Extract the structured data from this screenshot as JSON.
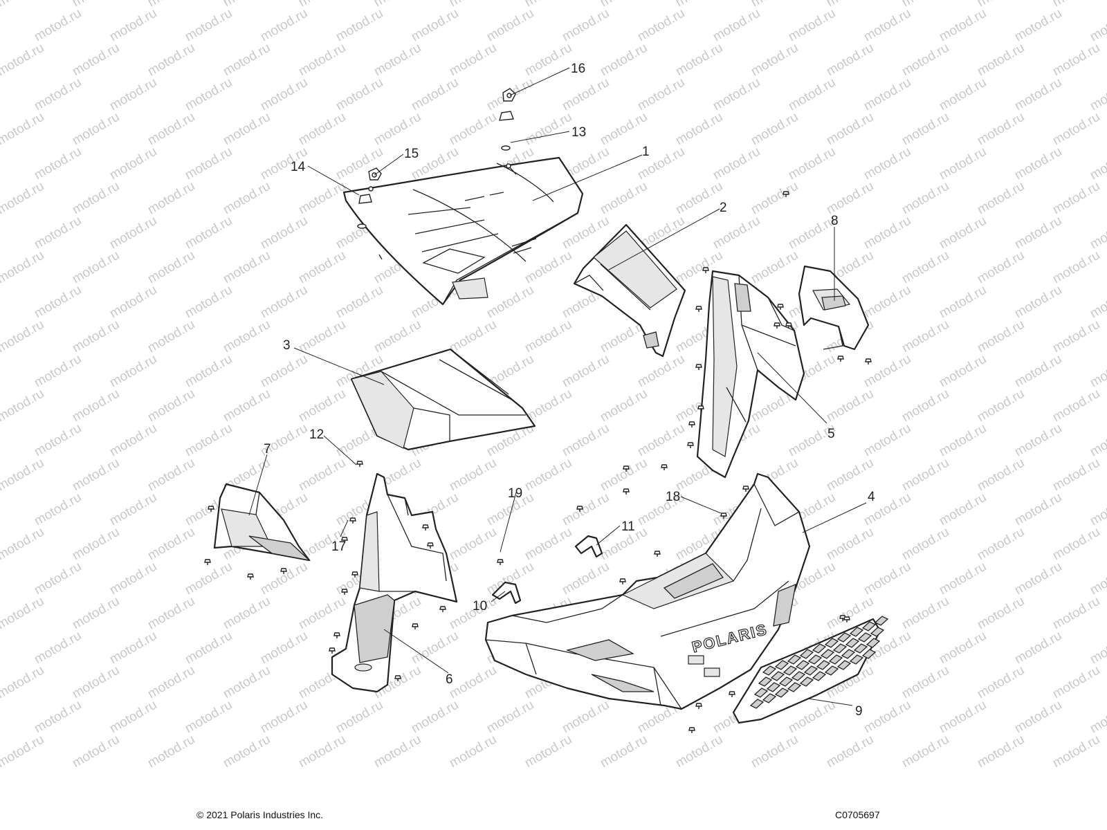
{
  "watermark": {
    "text": "motod.ru",
    "color": "#c9c9c9"
  },
  "callouts": [
    {
      "id": "1",
      "label": "1"
    },
    {
      "id": "2",
      "label": "2"
    },
    {
      "id": "3",
      "label": "3"
    },
    {
      "id": "4",
      "label": "4"
    },
    {
      "id": "5",
      "label": "5"
    },
    {
      "id": "6",
      "label": "6"
    },
    {
      "id": "7",
      "label": "7"
    },
    {
      "id": "8",
      "label": "8"
    },
    {
      "id": "9",
      "label": "9"
    },
    {
      "id": "10",
      "label": "10"
    },
    {
      "id": "11",
      "label": "11"
    },
    {
      "id": "12",
      "label": "12"
    },
    {
      "id": "13",
      "label": "13"
    },
    {
      "id": "14",
      "label": "14"
    },
    {
      "id": "15",
      "label": "15"
    },
    {
      "id": "16",
      "label": "16"
    },
    {
      "id": "17",
      "label": "17"
    },
    {
      "id": "18",
      "label": "18"
    },
    {
      "id": "19",
      "label": "19"
    }
  ],
  "bumper_logo": "POLARIS",
  "footer": {
    "copyright": "© 2021 Polaris Industries Inc.",
    "code": "C0705697"
  }
}
